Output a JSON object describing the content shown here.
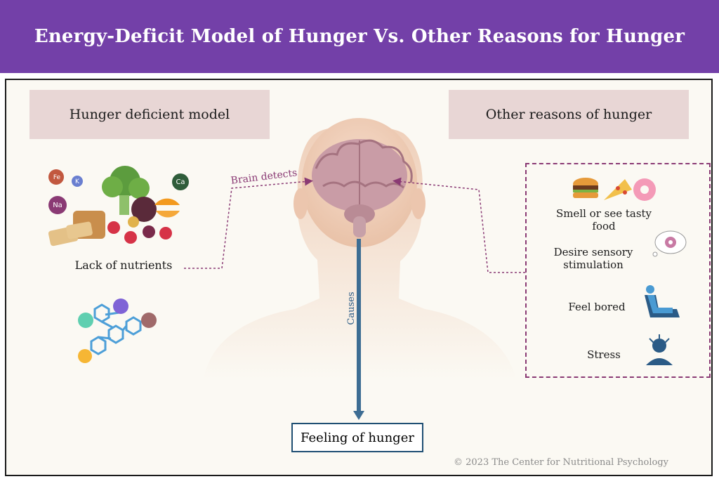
{
  "header": {
    "title": "Energy-Deficit Model of Hunger Vs. Other Reasons for Hunger"
  },
  "left": {
    "title": "Hunger deficient model",
    "minerals": [
      "Fe",
      "K",
      "Ca",
      "Na"
    ],
    "lack_label": "Lack of nutrients"
  },
  "center": {
    "brain_detects": "Brain detects",
    "causes": "Causes",
    "result": "Feeling of hunger"
  },
  "right": {
    "title": "Other reasons of hunger",
    "items": [
      {
        "label_line1": "Smell or see tasty",
        "label_line2": "food",
        "icon": "fast-food-icon"
      },
      {
        "label_line1": "Desire sensory",
        "label_line2": "stimulation",
        "icon": "thought-bubble-donut-icon"
      },
      {
        "label_line1": "Feel bored",
        "label_line2": "",
        "icon": "armchair-person-icon"
      },
      {
        "label_line1": "Stress",
        "label_line2": "",
        "icon": "stressed-person-icon"
      }
    ]
  },
  "footer": {
    "copyright": "© 2023 The Center for Nutritional Psychology"
  },
  "colors": {
    "header": "#7340a8",
    "title_box": "#e8d6d5",
    "dashed": "#8a3a74",
    "arrow": "#3d6d93"
  }
}
